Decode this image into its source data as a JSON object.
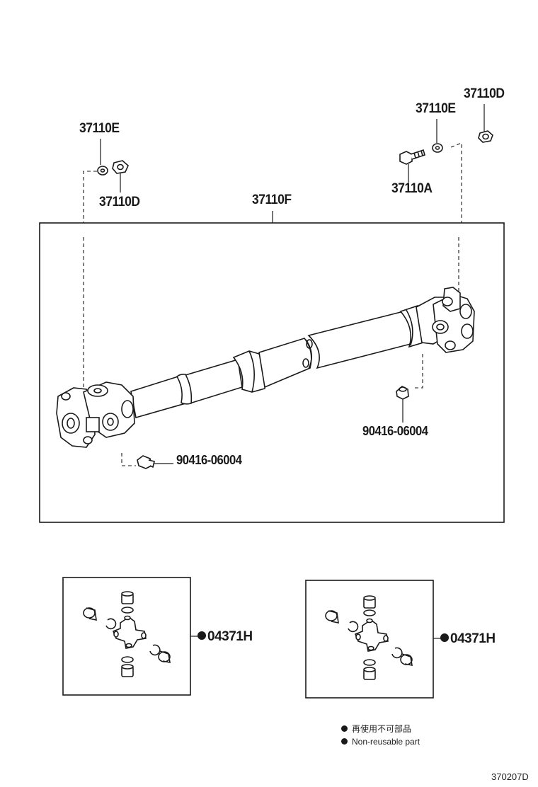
{
  "labels": {
    "left_washer": "37110E",
    "left_nut": "37110D",
    "right_washer": "37110E",
    "right_nut": "37110D",
    "bolt": "37110A",
    "shaft_assembly": "37110F",
    "grease_fitting_right": "90416-06004",
    "grease_fitting_left": "90416-06004",
    "spider_kit_left": "04371H",
    "spider_kit_right": "04371H"
  },
  "legend": {
    "line_zh": "再使用不可部品",
    "line_en": "Non-reusable part"
  },
  "diagram_code": "370207D"
}
